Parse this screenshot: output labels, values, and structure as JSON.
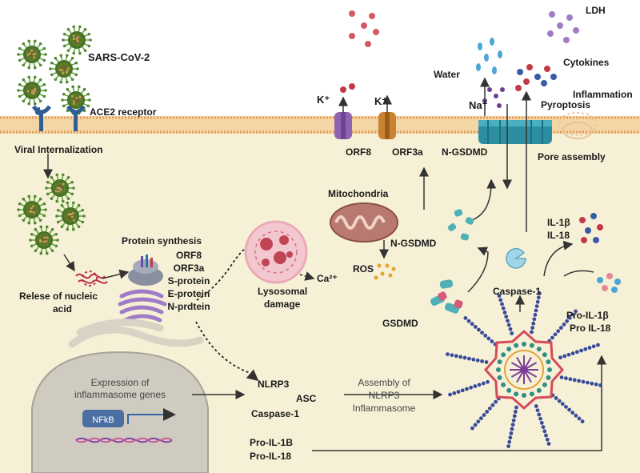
{
  "labels": {
    "virus": "SARS-CoV-2",
    "ace2": "ACE2 receptor",
    "internalization": "Viral Internalization",
    "release_1": "Relese of nucleic",
    "release_2": "acid",
    "protein_synthesis": "Protein synthesis",
    "proteins": [
      "ORF8",
      "ORF3a",
      "S-protein",
      "E-protein",
      "N-prdtein"
    ],
    "k_left": "K⁺",
    "k_right": "K⁺",
    "orf8": "ORF8",
    "orf3a": "ORF3a",
    "mitochondria": "Mitochondria",
    "ros": "ROS",
    "lysosome_1": "Lysosomal",
    "lysosome_2": "damage",
    "calcium": "Ca²⁺",
    "water": "Water",
    "na": "Na⁺",
    "ldh": "LDH",
    "cytokines": "Cytokines",
    "inflammation": "Inflammation",
    "pyroptosis": "Pyroptosis",
    "pore_assembly": "Pore assembly",
    "n_gsdmd_top": "N-GSDMD",
    "n_gsdmd_mid": "N-GSDMD",
    "gsdmd": "GSDMD",
    "caspase1_mid": "Caspase-1",
    "il1b": "IL-1β",
    "il18": "IL-18",
    "pro_il1b_right": "Pro-IL-1β",
    "pro_il18_right": "Pro IL-18",
    "expression_1": "Expression of",
    "expression_2": "inflammasome genes",
    "nfkb": "NFkB",
    "nlrp3": "NLRP3",
    "asc": "ASC",
    "caspase1_bottom": "Caspase-1",
    "assembly_1": "Assembly of",
    "assembly_2": "NLRP3",
    "assembly_3": "Inflammasome",
    "pro_il1b_bottom": "Pro-IL-1B",
    "pro_il18_bottom": "Pro-IL-18"
  },
  "colors": {
    "cytoplasm": "#f6f1d6",
    "membrane": "#f0c08d",
    "virus": "#4f7d2c",
    "virus_spike": "#5aa03a",
    "receptor": "#2f5e93",
    "orf8_channel": "#9063b0",
    "orf3a_channel": "#c98330",
    "pore": "#2c8ea0",
    "nucleus": "#cfcbc0",
    "mitochondria": "#b87a70",
    "lysosome": "#f3c7cf",
    "inflammasome_ring": "#d64b5b",
    "inflammasome_spokes": "#3a4b9a"
  }
}
